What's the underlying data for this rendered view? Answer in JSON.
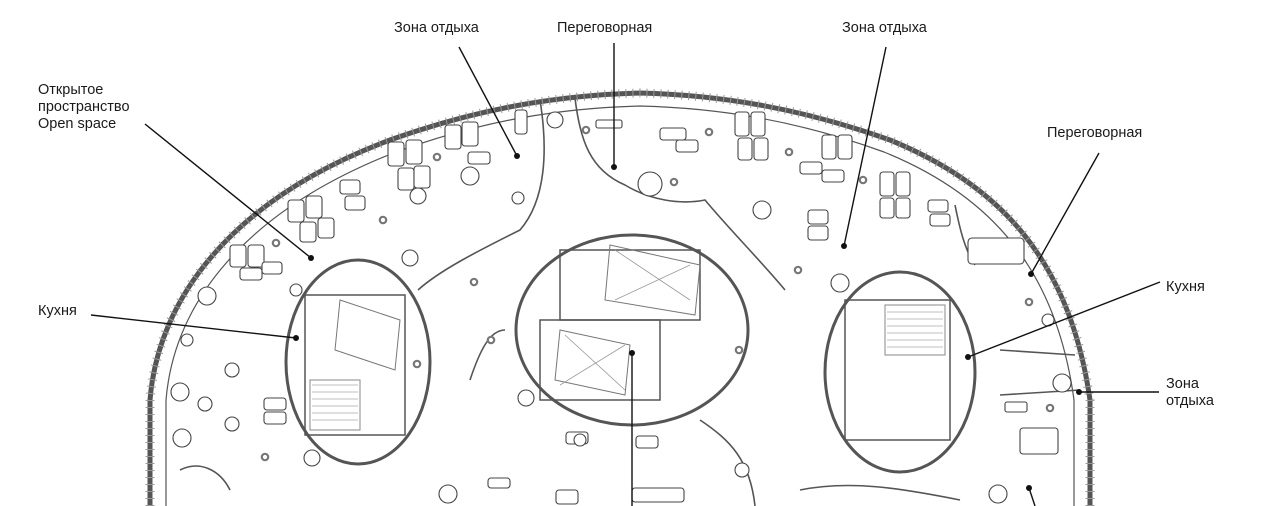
{
  "labels": {
    "lounge_left": "Зона отдыха",
    "meeting_top": "Переговорная",
    "lounge_right_top": "Зона отдыха",
    "open_space_ru_1": "Открытое",
    "open_space_ru_2": "пространство",
    "open_space_en": "Open space",
    "meeting_right": "Переговорная",
    "kitchen_left": "Кухня",
    "kitchen_right": "Кухня",
    "lounge_right_1": "Зона",
    "lounge_right_2": "отдыха"
  }
}
